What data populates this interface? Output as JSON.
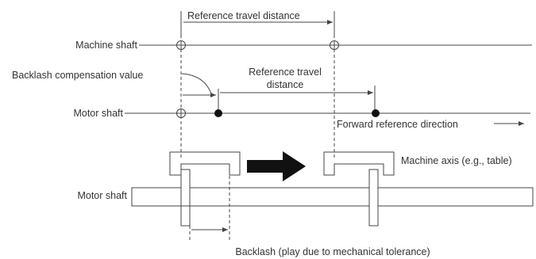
{
  "labels": {
    "ref_travel_top": "Reference travel distance",
    "machine_shaft": "Machine shaft",
    "backlash_comp": "Backlash compensation value",
    "ref_travel_mid_line1": "Reference travel",
    "ref_travel_mid_line2": "distance",
    "motor_shaft_top": "Motor shaft",
    "forward_direction": "Forward reference direction",
    "machine_axis": "Machine axis (e.g., table)",
    "motor_shaft_bottom": "Motor shaft",
    "backlash_play": "Backlash (play due to mechanical tolerance)"
  },
  "colors": {
    "line": "#444444",
    "text": "#333333",
    "dot": "#111111",
    "arrow": "#111111"
  }
}
